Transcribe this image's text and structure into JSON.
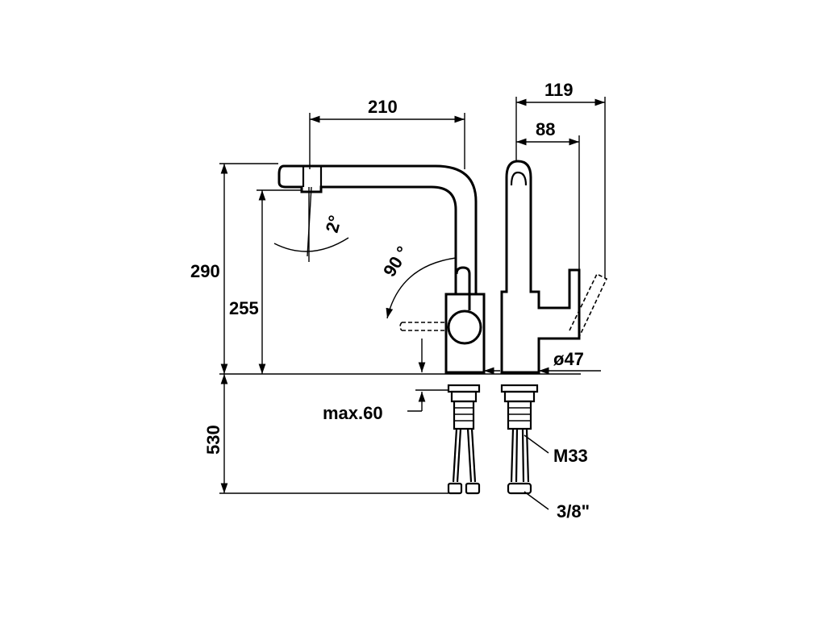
{
  "dimensions": {
    "width_top": "210",
    "depth_total": "119",
    "depth_body": "88",
    "height_total": "290",
    "spout_height": "255",
    "tilt_angle": "2°",
    "swivel_angle": "90 °",
    "base_diameter": "ø47",
    "max_deck_thickness": "max.60",
    "hose_length": "530",
    "thread": "M33",
    "connection": "3/8\""
  },
  "colors": {
    "line": "#000000",
    "background": "#ffffff"
  }
}
